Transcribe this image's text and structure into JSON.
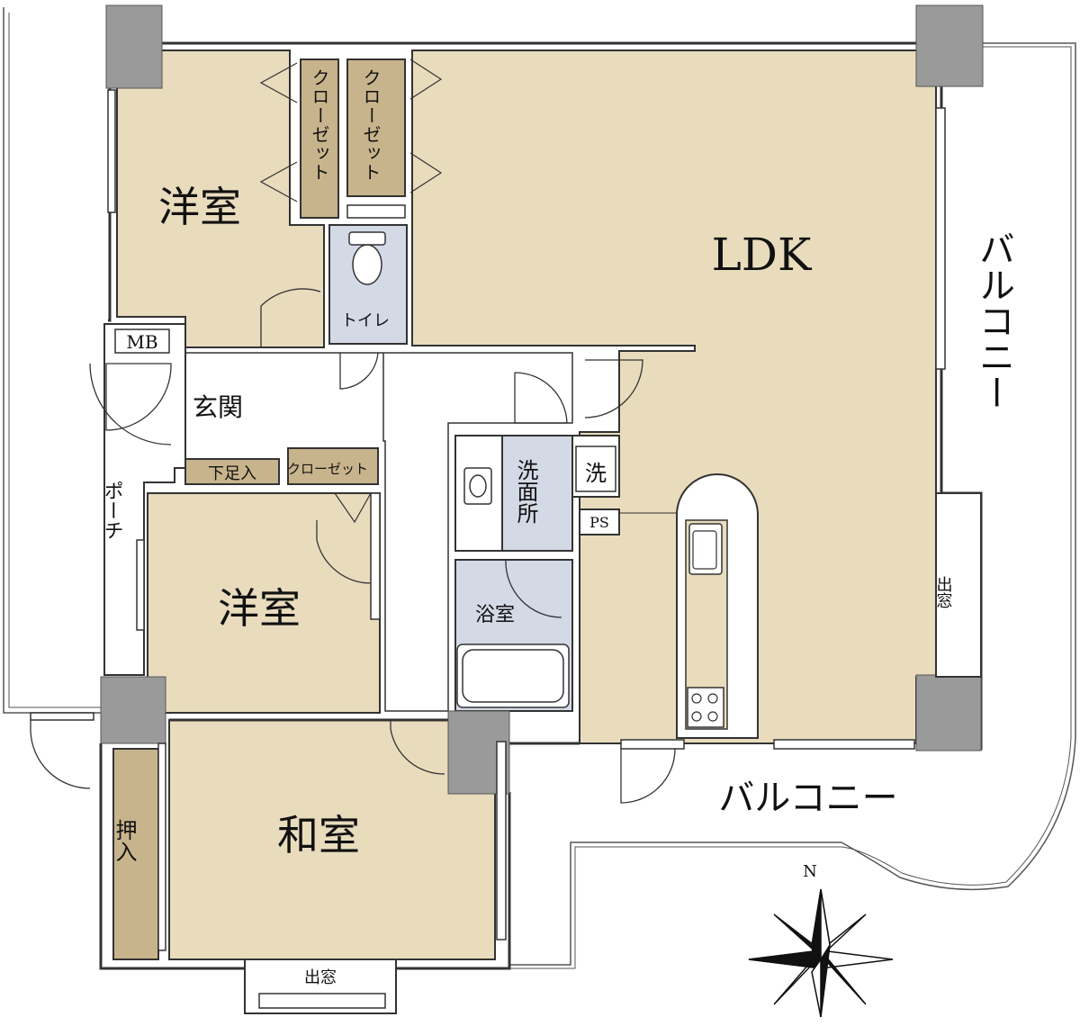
{
  "plan": {
    "labels": {
      "western_room_top": "洋室",
      "ldk": "LDK",
      "closet_1": "クローゼット",
      "closet_2": "クローゼット",
      "toilet": "トイレ",
      "mb": "MB",
      "entrance": "玄関",
      "shoe_storage": "下足入",
      "closet_3": "クローゼット",
      "porch": "ポーチ",
      "washroom": "洗面所",
      "washer": "洗",
      "ps": "PS",
      "bathroom": "浴室",
      "western_room_mid": "洋室",
      "japanese_room": "和室",
      "oshiire": "押入",
      "bay_window_right": "出窓",
      "bay_window_bottom": "出窓",
      "balcony_right": "バルコニー",
      "balcony_bottom": "バルコニー",
      "compass_north": "N"
    },
    "colors": {
      "room_fill": "#e8dcbd",
      "wet_area_fill": "#d4d9e6",
      "storage_fill": "#c8b48c",
      "column_fill": "#9a9a9a",
      "wall": "#333333",
      "background": "#ffffff"
    }
  }
}
